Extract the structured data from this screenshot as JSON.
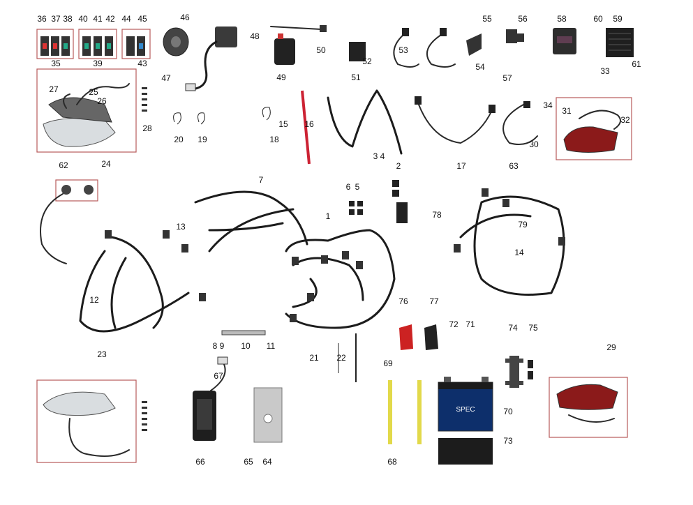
{
  "labels": [
    "1",
    "2",
    "3",
    "4",
    "5",
    "6",
    "7",
    "8",
    "9",
    "10",
    "11",
    "12",
    "13",
    "14",
    "15",
    "16",
    "17",
    "18",
    "19",
    "20",
    "21",
    "22",
    "23",
    "24",
    "25",
    "26",
    "27",
    "28",
    "29",
    "30",
    "31",
    "32",
    "33",
    "34",
    "35",
    "36",
    "37",
    "38",
    "39",
    "40",
    "41",
    "42",
    "43",
    "44",
    "45",
    "46",
    "47",
    "48",
    "49",
    "50",
    "51",
    "52",
    "53",
    "54",
    "55",
    "56",
    "57",
    "58",
    "59",
    "60",
    "61",
    "62",
    "63",
    "64",
    "65",
    "66",
    "67",
    "68",
    "69",
    "70",
    "71",
    "72",
    "73",
    "74",
    "75",
    "76",
    "77",
    "78",
    "79"
  ],
  "battery_brand": "SPEC"
}
